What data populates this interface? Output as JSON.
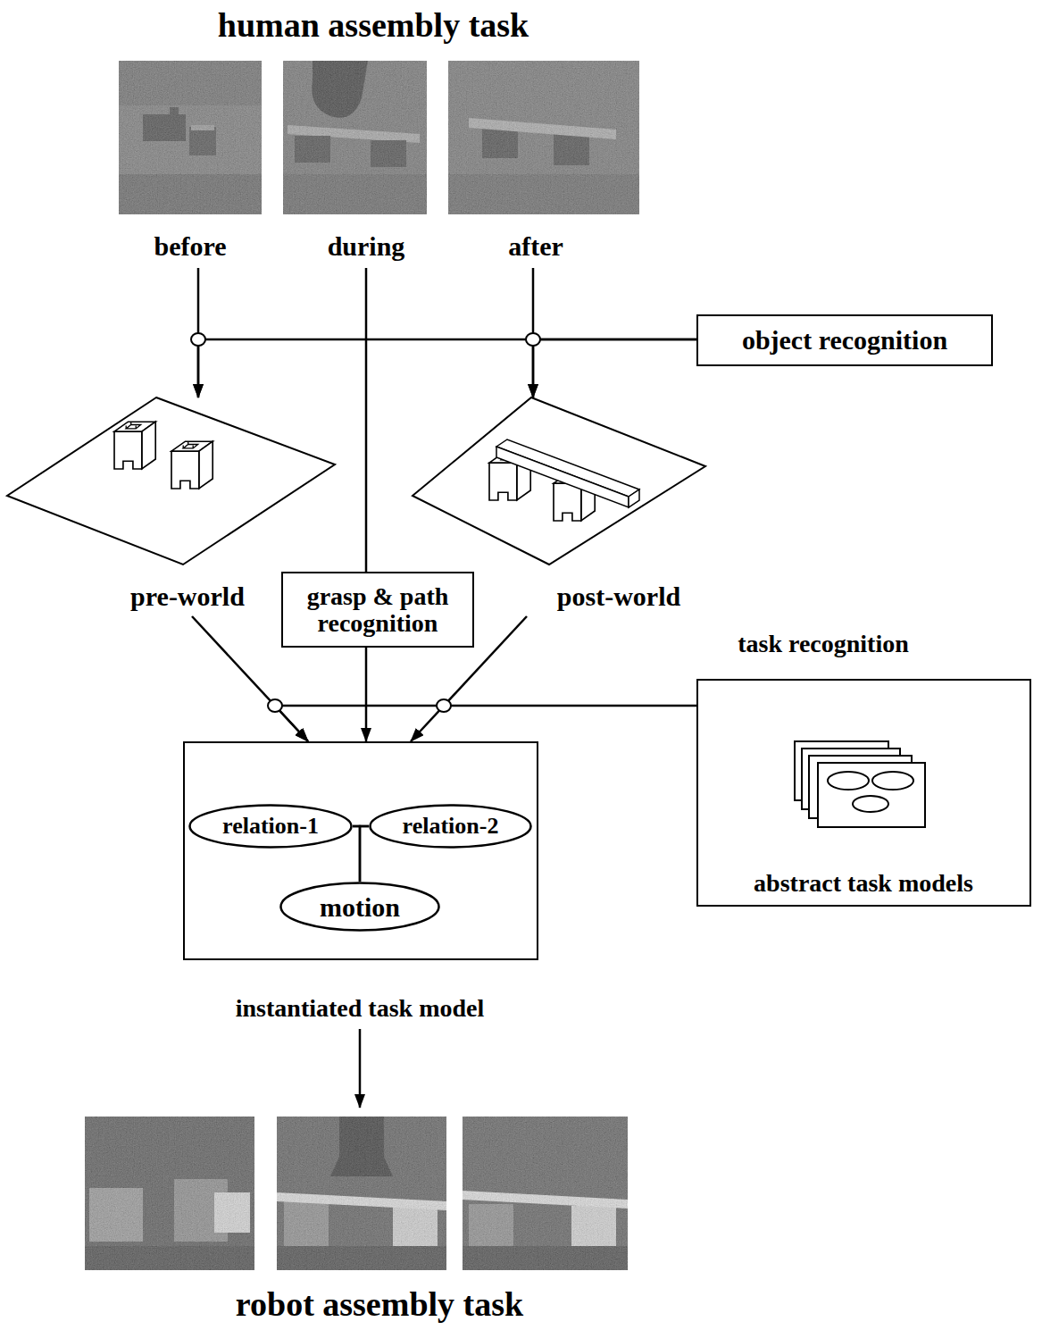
{
  "diagram": {
    "title": "human assembly task",
    "caption": "robot assembly task",
    "nodes": [
      {
        "text": [
          "before"
        ]
      },
      {
        "text": [
          "during"
        ]
      },
      {
        "text": [
          "after"
        ]
      },
      {
        "text": [
          "object recognition"
        ]
      },
      {
        "text": [
          "pre-world"
        ]
      },
      {
        "text": [
          "grasp & path recognition"
        ]
      },
      {
        "text": [
          "post-world"
        ]
      },
      {
        "text": [
          "task recognition",
          "abstract task models"
        ]
      },
      {
        "text": [
          "instantiated task model"
        ]
      },
      {
        "text": [
          "relation-1"
        ],
        "in": 8
      },
      {
        "text": [
          "relation-2"
        ],
        "in": 8
      },
      {
        "text": [
          "motion"
        ],
        "in": 8
      }
    ],
    "edges": [
      {
        "from": 0,
        "to": 4,
        "arrow": "to"
      },
      {
        "from": 3,
        "to": 4,
        "arrow": "to"
      },
      {
        "from": 2,
        "to": 6,
        "arrow": "to"
      },
      {
        "from": 3,
        "to": 6,
        "arrow": "to"
      },
      {
        "from": 1,
        "to": 5,
        "arrow": "none"
      },
      {
        "from": 5,
        "to": 8,
        "arrow": "to"
      },
      {
        "from": 4,
        "to": 8,
        "arrow": "to"
      },
      {
        "from": 6,
        "to": 8,
        "arrow": "to"
      },
      {
        "from": 7,
        "to": 8,
        "arrow": "to"
      },
      {
        "from": 9,
        "to": 10,
        "arrow": "none"
      },
      {
        "from": 11,
        "to": 9,
        "arrow": "none"
      },
      {
        "from": 11,
        "to": 10,
        "arrow": "none"
      }
    ]
  }
}
